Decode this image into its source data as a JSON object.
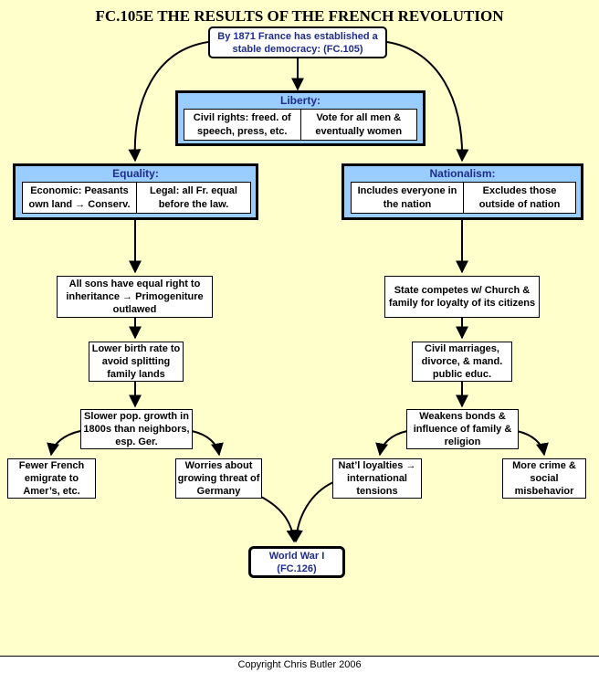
{
  "title": "FC.105E THE RESULTS OF THE FRENCH REVOLUTION",
  "top_box": "By 1871 France has established a stable democracy: (FC.105)",
  "liberty": {
    "heading": "Liberty:",
    "left": "Civil rights: freed. of speech, press, etc.",
    "right": "Vote for all men & eventually women"
  },
  "equality": {
    "heading": "Equality:",
    "left": "Economic: Peasants own land → Conserv.",
    "right": "Legal: all Fr. equal before the law."
  },
  "nationalism": {
    "heading": "Nationalism:",
    "left": "Includes everyone in the nation",
    "right": "Excludes those outside of nation"
  },
  "left_chain": {
    "inheritance": "All sons have equal right to inheritance → Primogeniture outlawed",
    "birth_rate": "Lower birth rate to avoid splitting family lands",
    "pop_growth": "Slower pop. growth in 1800s than neighbors, esp. Ger.",
    "fewer_french": "Fewer French emigrate to Amer’s, etc.",
    "worries": "Worries about growing threat of Germany"
  },
  "right_chain": {
    "state_competes": "State competes w/ Church & family for loyalty of its citizens",
    "civil_marriages": "Civil marriages, divorce, & mand. public educ.",
    "weakens_bonds": "Weakens bonds & influence of family & religion",
    "loyalties": "Nat’l loyalties → international tensions",
    "crime": "More crime & social misbehavior"
  },
  "final_box": "World War I (FC.126)",
  "copyright": "Copyright Chris Butler 2006",
  "colors": {
    "background": "#FFFFCC",
    "panel": "#99CCFF",
    "heading_text": "#1E2D8A"
  }
}
